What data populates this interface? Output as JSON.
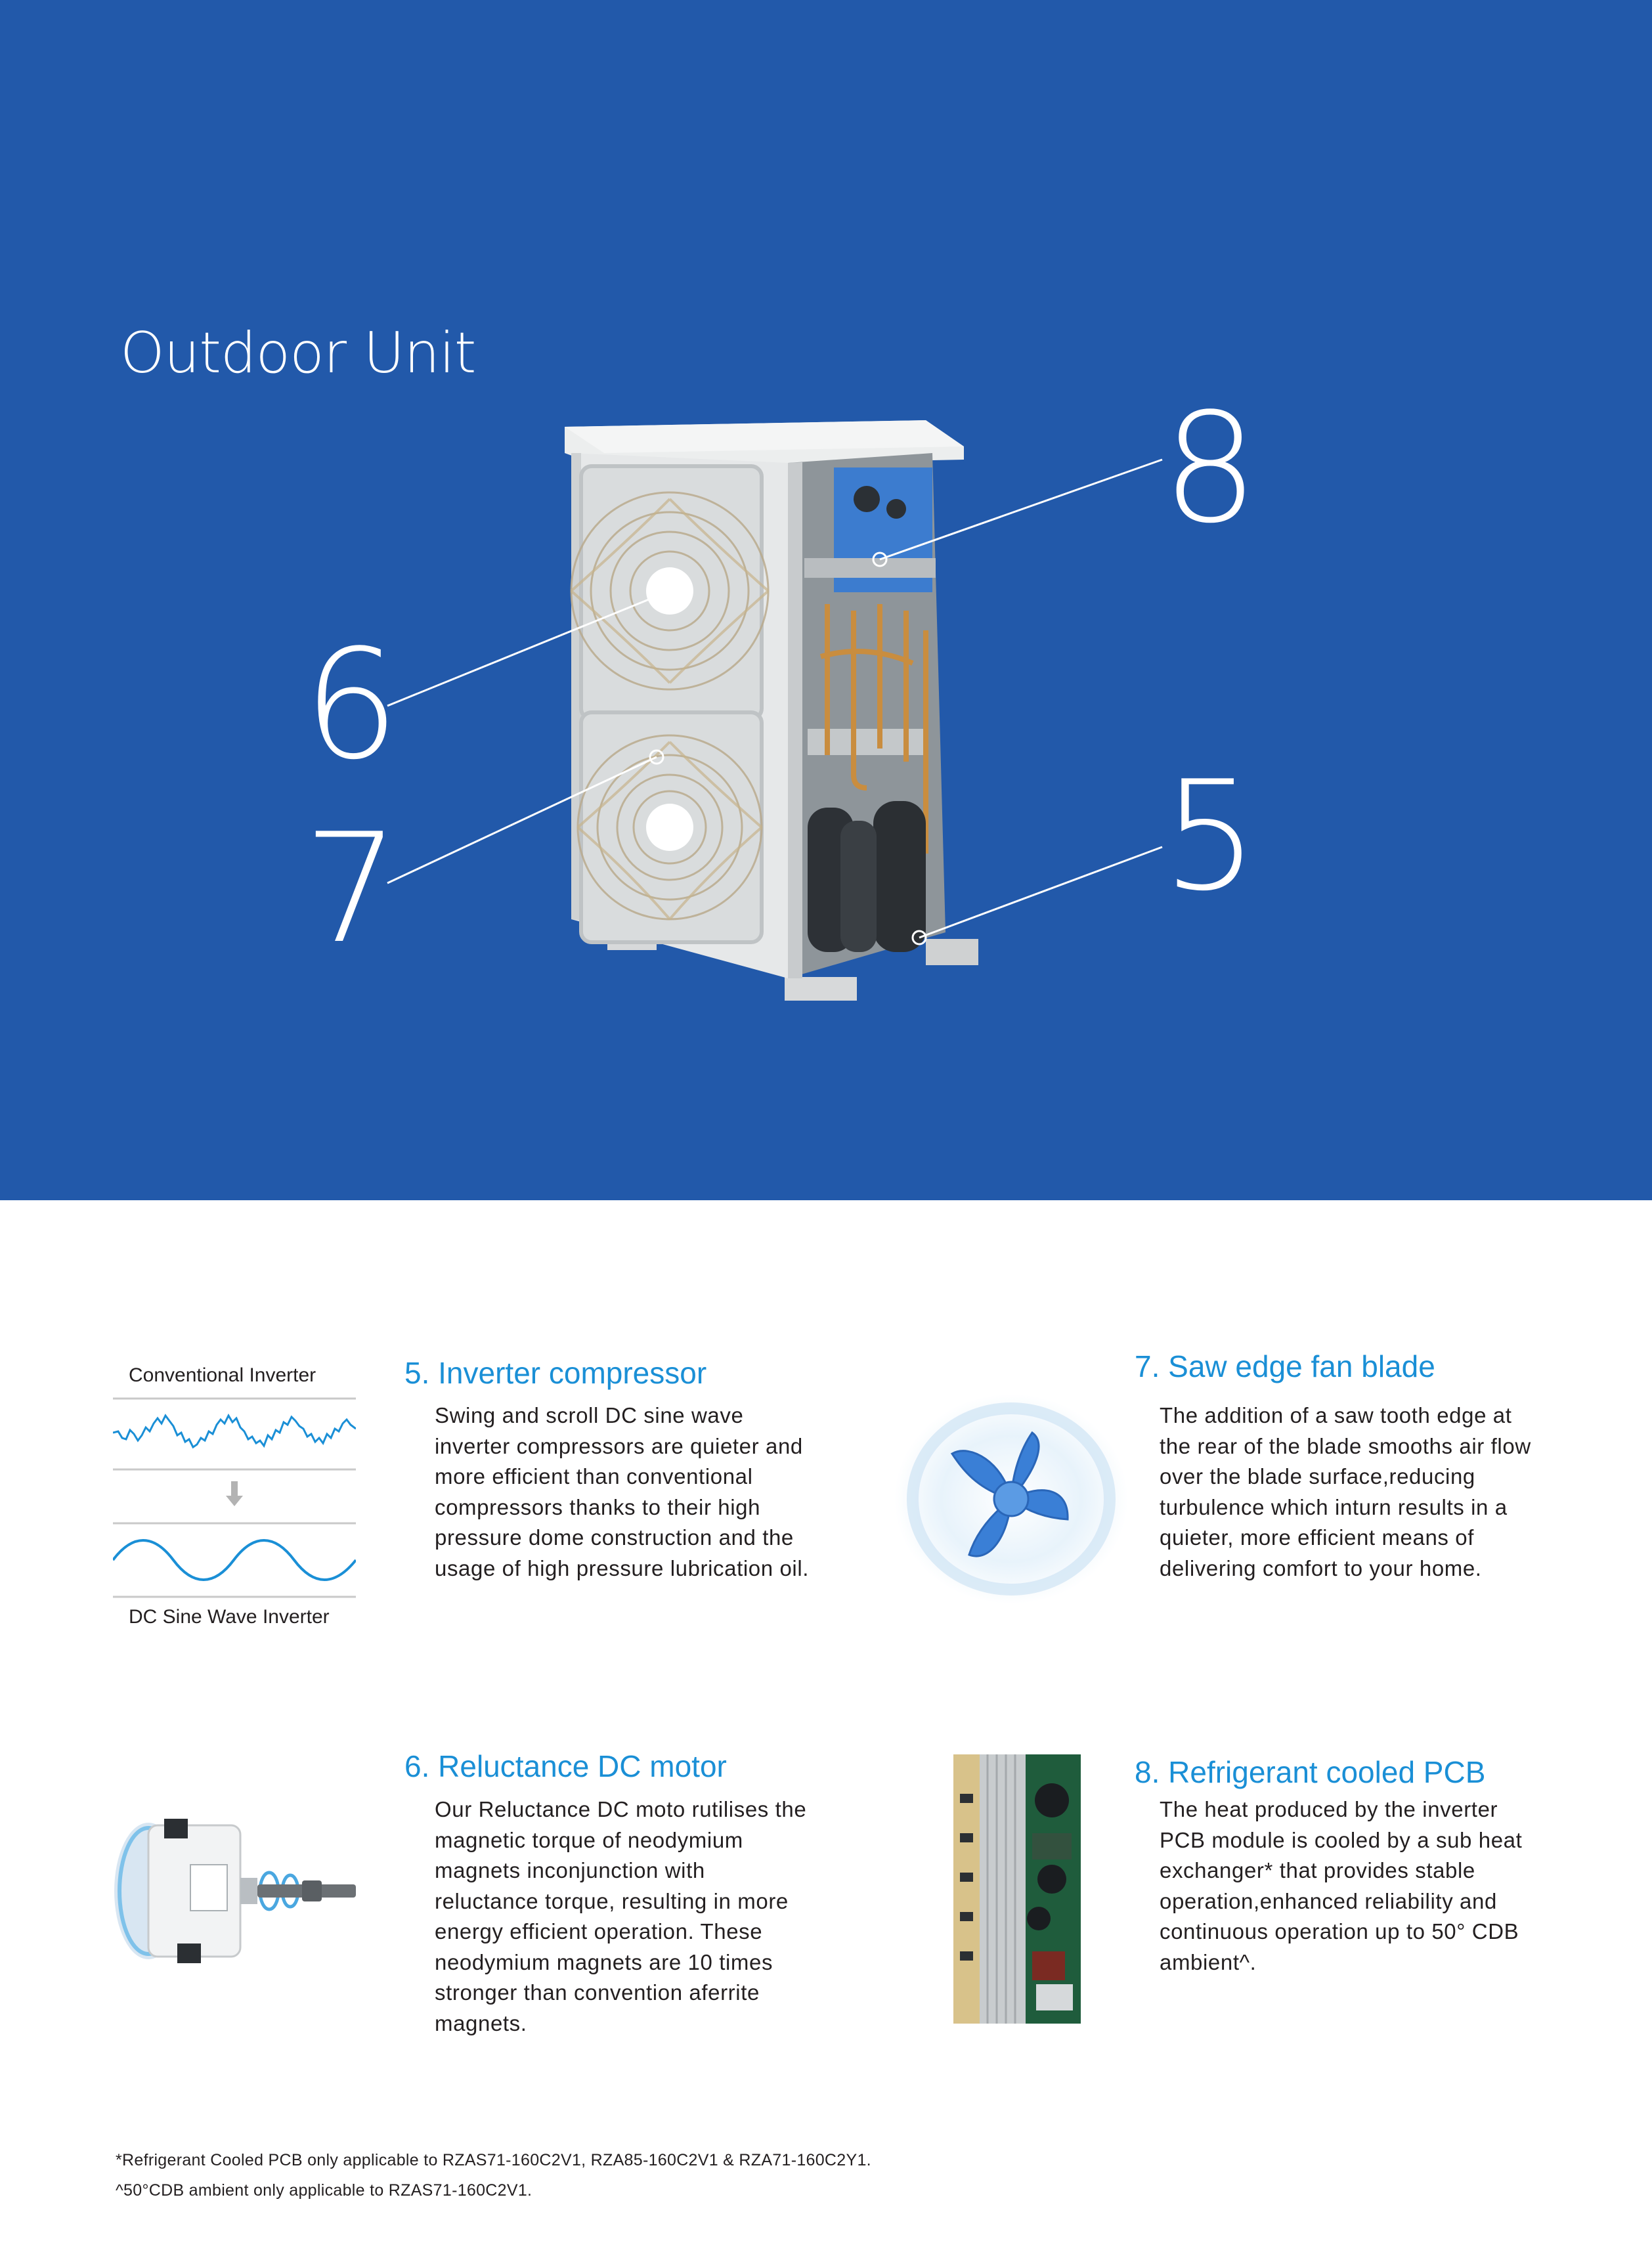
{
  "hero": {
    "title": "Outdoor Unit",
    "callouts": [
      "6",
      "7",
      "8",
      "5"
    ],
    "background": "#2259aa"
  },
  "accent_color": "#1a8fd6",
  "inverter_diagram": {
    "top_label": "Conventional Inverter",
    "bottom_label": "DC Sine Wave Inverter",
    "arrow_icon": "arrow-down-icon"
  },
  "sections": {
    "compressor": {
      "title": "5. Inverter compressor",
      "lines": [
        "Swing and scroll DC sine wave",
        "inverter compressors are quieter and",
        "more efficient than conventional",
        "compressors thanks to their high",
        "pressure dome construction and the",
        "usage of high pressure lubrication oil."
      ]
    },
    "fan_blade": {
      "title": "7. Saw edge fan blade",
      "lines": [
        "The addition of a saw tooth edge at",
        "the rear of the blade smooths air flow",
        "over the blade surface,reducing",
        "turbulence which inturn results in a",
        "quieter, more efficient means of",
        "delivering comfort to your home."
      ]
    },
    "motor": {
      "title": "6. Reluctance DC motor",
      "lines": [
        "Our Reluctance DC moto rutilises the",
        "magnetic torque of neodymium",
        "magnets inconjunction with",
        "reluctance torque, resulting in more",
        "energy efficient operation. These",
        "neodymium magnets are 10 times",
        "stronger than convention aferrite",
        "magnets."
      ]
    },
    "pcb": {
      "title": "8. Refrigerant cooled PCB",
      "lines": [
        "The heat produced by the inverter",
        "PCB module is cooled by a sub heat",
        "exchanger* that provides stable",
        "operation,enhanced reliability and",
        "continuous operation up to 50° CDB",
        "ambient^."
      ]
    }
  },
  "footnotes": [
    "*Refrigerant Cooled PCB only applicable to RZAS71-160C2V1, RZA85-160C2V1 & RZA71-160C2Y1.",
    "^50°CDB ambient only applicable to RZAS71-160C2V1."
  ]
}
